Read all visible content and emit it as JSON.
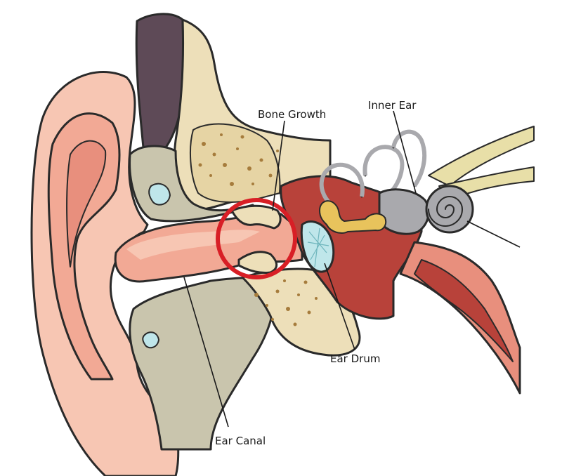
{
  "labels": {
    "bone_growth": "Bone Growth",
    "inner_ear": "Inner Ear",
    "ear_drum": "Ear Drum",
    "ear_canal": "Ear Canal"
  },
  "colors": {
    "skin_light": "#f7c6b3",
    "skin_mid": "#f2a995",
    "skin_dark": "#e88f7d",
    "cartilage": "#d9c7a6",
    "bone": "#eddfb9",
    "bone_spots": "#a67c3c",
    "gray_tissue": "#c9c5ad",
    "hair_dark": "#5e4a57",
    "middle_ear_red": "#b8423a",
    "cochlea": "#a9a9ad",
    "nerve": "#e8dfa8",
    "ear_drum": "#bfe6ea",
    "ossicles": "#e8c35c",
    "highlight_ring": "#d81f26"
  }
}
